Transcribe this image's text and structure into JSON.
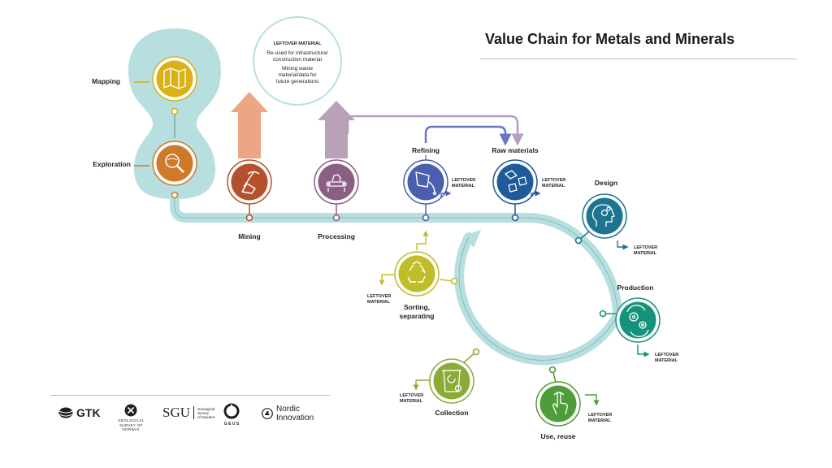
{
  "title": "Value Chain for Metals and Minerals",
  "note": {
    "heading": "LEFTOVER MATERIAL",
    "line1": "Re-used for infrastructure/",
    "line2": "construction material",
    "line3": "Mining waste",
    "line4": "material/data for",
    "line5": "future generations"
  },
  "stages": {
    "mapping": "Mapping",
    "exploration": "Exploration",
    "mining": "Mining",
    "processing": "Processing",
    "refining": "Refining",
    "raw_materials": "Raw materials",
    "design": "Design",
    "production": "Production",
    "use_reuse": "Use, reuse",
    "collection": "Collection",
    "sorting_1": "Sorting,",
    "sorting_2": "separating"
  },
  "leftover": {
    "line1": "LEFTOVER",
    "line2": "MATERIAL"
  },
  "logos": {
    "gtk": "GTK",
    "ngu_1": "GEOLOGICAL",
    "ngu_2": "SURVEY OF",
    "ngu_3": "NORWAY",
    "sgu": "SGU",
    "sgu_1": "Geological",
    "sgu_2": "Survey",
    "sgu_3": "of Sweden",
    "geus": "G E U S",
    "nordic_1": "Nordic",
    "nordic_2": "Innovation"
  },
  "colors": {
    "mapping": "#d9b214",
    "exploration": "#cf7a2b",
    "mining": "#b5502c",
    "processing": "#8b5f83",
    "refining": "#4a5fb0",
    "raw_materials": "#1f5a9a",
    "design": "#1c7491",
    "production": "#15927b",
    "use_reuse": "#4e9d3a",
    "collection": "#8aab35",
    "sorting": "#c0bd2a",
    "path": "#b7dfdf"
  }
}
